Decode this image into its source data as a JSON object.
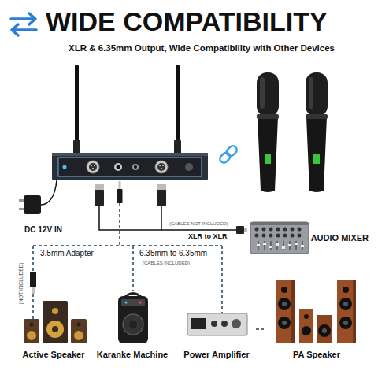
{
  "diagram": {
    "title": "WIDE COMPATIBILITY",
    "nodes": [
      {
        "text": [
          "DC 12V IN"
        ]
      },
      {
        "text": [
          "AUDIO MIXER"
        ]
      },
      {
        "text": [
          "Active Speaker"
        ]
      },
      {
        "text": [
          "Karanke Machine"
        ]
      },
      {
        "text": [
          "Power Amplifier"
        ]
      },
      {
        "text": [
          "PA Speaker"
        ]
      }
    ],
    "edges": [
      {
        "from": 4,
        "to": 5,
        "arrow": "none"
      }
    ],
    "labels": [
      "XLR & 6.35mm Output, Wide Compatibility with Other Devices",
      "XLR to XLR",
      "(CABLES NOT INCLUDED)",
      "6.35mm to 6.35mm",
      "(CABLES INCLUDED)",
      "3.5mm Adapter",
      "(NOT INCLUDED)"
    ]
  }
}
